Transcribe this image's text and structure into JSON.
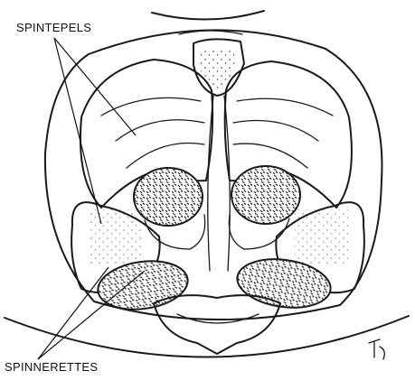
{
  "diagram": {
    "labels": {
      "spintepels": "SPINTEPELS",
      "spinnerettes": "SPINNERETTES"
    },
    "signature": "TJ",
    "ink_color": "#1a1a1a",
    "paper_color": "#ffffff"
  }
}
